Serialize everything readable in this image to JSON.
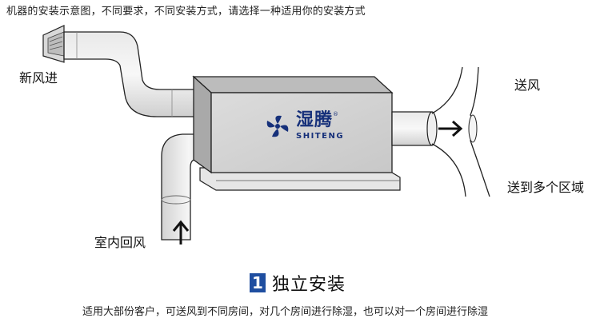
{
  "top_caption": "机器的安装示意图，不同要求，不同安装方式，请选择一种适用你的安装方式",
  "labels": {
    "fresh_air_in": "新风进",
    "supply_air": "送风",
    "to_multiple_zones": "送到多个区域",
    "indoor_return_air": "室内回风"
  },
  "brand": {
    "name_cn": "湿腾",
    "registered": "®",
    "name_en": "SHITENG",
    "color": "#16307a"
  },
  "section": {
    "number": "1",
    "title": "独立安装",
    "badge_color": "#1f4ea0"
  },
  "bottom_caption": "适用大部份客户，可送风到不同房间，对几个房间进行除湿，也可以对一个房间进行除湿",
  "icons": [
    "hood-icon",
    "logo-fan-icon",
    "arrow-right-icon",
    "arrow-up-icon"
  ]
}
